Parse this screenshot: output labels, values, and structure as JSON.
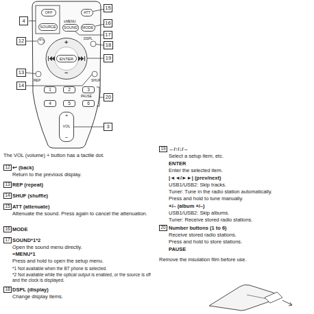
{
  "diagram": {
    "nodes": [
      {
        "text": [
          "OFF"
        ]
      },
      {
        "text": [
          "ATT"
        ]
      },
      {
        "text": [
          "15"
        ]
      },
      {
        "text": [
          "4"
        ]
      },
      {
        "text": [
          "SOURCE"
        ]
      },
      {
        "text": [
          "SOUND"
        ]
      },
      {
        "text": [
          "MODE"
        ]
      },
      {
        "text": [
          "16"
        ]
      },
      {
        "text": [
          "17"
        ]
      },
      {
        "text": [
          "12"
        ]
      },
      {
        "text": [
          "18"
        ]
      },
      {
        "text": [
          "ENTER"
        ]
      },
      {
        "text": [
          "19"
        ]
      },
      {
        "text": [
          "13"
        ]
      },
      {
        "text": [
          "14"
        ]
      },
      {
        "text": [
          "1"
        ]
      },
      {
        "text": [
          "2"
        ]
      },
      {
        "text": [
          "3"
        ]
      },
      {
        "text": [
          "4"
        ]
      },
      {
        "text": [
          "5"
        ]
      },
      {
        "text": [
          "6"
        ]
      },
      {
        "text": [
          "20"
        ]
      },
      {
        "text": [
          "+",
          "VOL",
          "−"
        ]
      },
      {
        "text": [
          "3"
        ]
      },
      {
        "text": [
          "12"
        ]
      },
      {
        "text": [
          "13"
        ]
      },
      {
        "text": [
          "14"
        ]
      },
      {
        "text": [
          "15"
        ]
      },
      {
        "text": [
          "16"
        ]
      },
      {
        "text": [
          "17"
        ]
      },
      {
        "text": [
          "18"
        ]
      },
      {
        "text": [
          "19"
        ]
      },
      {
        "text": [
          "20"
        ]
      }
    ],
    "edges": [
      {
        "from": 2,
        "to": 1,
        "arrow": "none"
      },
      {
        "from": 7,
        "to": 6,
        "arrow": "none"
      },
      {
        "from": 8,
        "to": 5,
        "arrow": "none"
      },
      {
        "from": 23,
        "to": 22,
        "arrow": "none"
      }
    ],
    "labels": [
      "≡MENU",
      "DSPL",
      "+",
      "−",
      "REP",
      "SHUF",
      "PAUSE",
      "The VOL (volume) + button has a tactile dot.",
      "↩ (back)",
      "Return to the previous display.",
      "REP (repeat)",
      "SHUF (shuffle)",
      "ATT (attenuate)",
      "Attenuate the sound. Press again to cancel the attenuation.",
      "MODE",
      "SOUND*1*2",
      "Open the sound menu directly.",
      "≡MENU*1",
      "Press and hold to open the setup menu.",
      "*1 Not available when the BT phone is selected.",
      "*2 Not available while the optical output is enabled, or the source is off and the clock is displayed.",
      "DSPL (display)",
      "Change display items.",
      "←/↑/↓/→",
      "Select a setup item, etc.",
      "ENTER",
      "Enter the selected item.",
      "|◄◄/►►| (prev/next)",
      "USB1/USB2: Skip tracks.",
      "Tuner: Tune in the radio station automatically.",
      "Press and hold to tune manually.",
      "+/– (album +/–)",
      "USB1/USB2: Skip albums.",
      "Tuner: Receive stored radio stations.",
      "Number buttons (1 to 6)",
      "Receive stored radio stations.",
      "Press and hold to store stations.",
      "PAUSE",
      "Remove the insulation film before use."
    ]
  }
}
